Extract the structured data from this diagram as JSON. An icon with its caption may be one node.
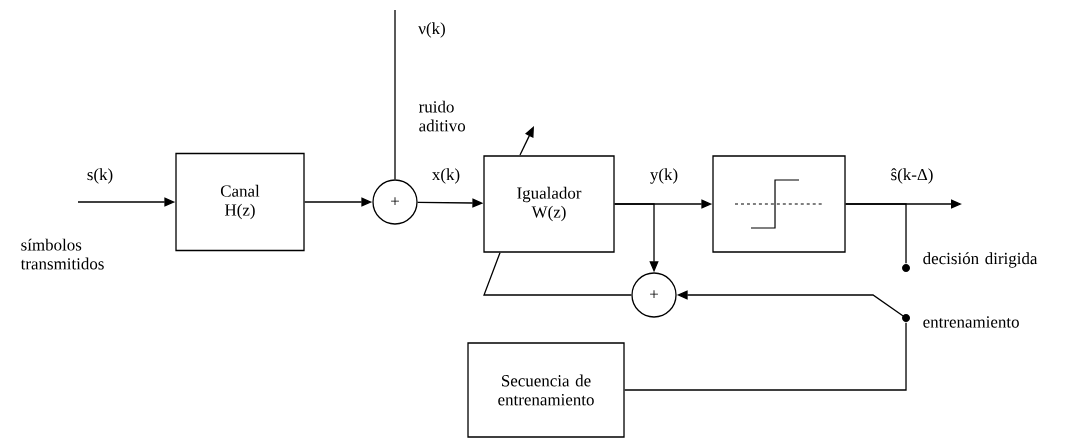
{
  "diagram": {
    "nodes": [
      {
        "text": [
          "Canal H(z)"
        ]
      },
      {
        "text": [
          "+"
        ]
      },
      {
        "text": [
          "Igualador W(z)"
        ]
      },
      {
        "text": [],
        "shape": "box"
      },
      {
        "text": [
          "+"
        ]
      },
      {
        "text": [
          "Secuencia de entrenamiento"
        ]
      },
      {
        "text": [],
        "shape": "circle",
        "beside": [
          "decisión dirigida"
        ]
      },
      {
        "text": [],
        "shape": "circle",
        "beside": [
          "entrenamiento"
        ]
      }
    ],
    "edges": [
      {
        "from": null,
        "to": 0,
        "arrow": "to",
        "label": "s(k)"
      },
      {
        "from": 0,
        "to": 1,
        "arrow": "to"
      },
      {
        "from": null,
        "to": 1,
        "arrow": "none",
        "label": "ν(k)"
      },
      {
        "from": 1,
        "to": 2,
        "arrow": "to",
        "label": "x(k)"
      },
      {
        "from": 2,
        "to": 3,
        "arrow": "to",
        "label": "y(k)"
      },
      {
        "from": 2,
        "to": 4,
        "arrow": "to"
      },
      {
        "from": 3,
        "to": null,
        "arrow": "to",
        "label": "ŝ(k-Δ)"
      },
      {
        "from": 3,
        "to": 6,
        "arrow": "none"
      },
      {
        "from": 7,
        "to": 4,
        "arrow": "to"
      },
      {
        "from": 5,
        "to": 7,
        "arrow": "none"
      },
      {
        "from": 4,
        "to": 2,
        "arrow": "none"
      }
    ],
    "labels": [
      "símbolos transmitidos",
      "ruido aditivo"
    ]
  }
}
